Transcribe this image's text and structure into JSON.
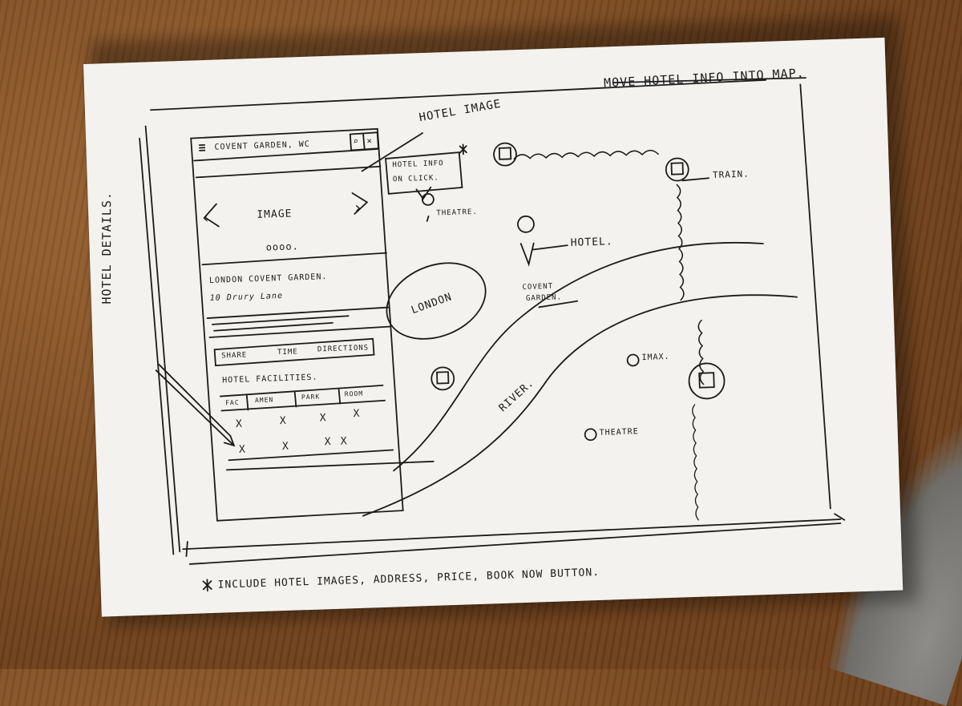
{
  "notes": {
    "top_note": "MOVE HOTEL INFO INTO MAP.",
    "side_label": "HOTEL DETAILS.",
    "footer_note": "INCLUDE HOTEL IMAGES, ADDRESS, PRICE, BOOK NOW BUTTON."
  },
  "panel": {
    "location": "COVENT GARDEN, WC",
    "image_label": "IMAGE",
    "carousel_dots": "oooo.",
    "address_line1": "LONDON COVENT GARDEN.",
    "address_line2": "10 Drury Lane",
    "actions": [
      "SHARE",
      "TIME",
      "DIRECTIONS"
    ],
    "facilities_title": "HOTEL FACILITIES.",
    "facility_headers": [
      "FAC",
      "AMEN",
      "PARK",
      "ROOM"
    ],
    "facility_marks": [
      "X",
      "X",
      "X",
      "X",
      "X",
      "X",
      "X",
      "X"
    ]
  },
  "map": {
    "hotel_image_label": "HOTEL IMAGE",
    "popup_text": [
      "HOTEL INFO",
      "ON CLICK."
    ],
    "theatre_1": "THEATRE.",
    "hotel_pin_label": "HOTEL.",
    "covent_garden_label": [
      "COVENT",
      "GARDEN."
    ],
    "london_label": "LONDON",
    "river_label": "RIVER.",
    "imax_label": "IMAX.",
    "theatre_2": "THEATRE",
    "train_label": "TRAIN."
  }
}
